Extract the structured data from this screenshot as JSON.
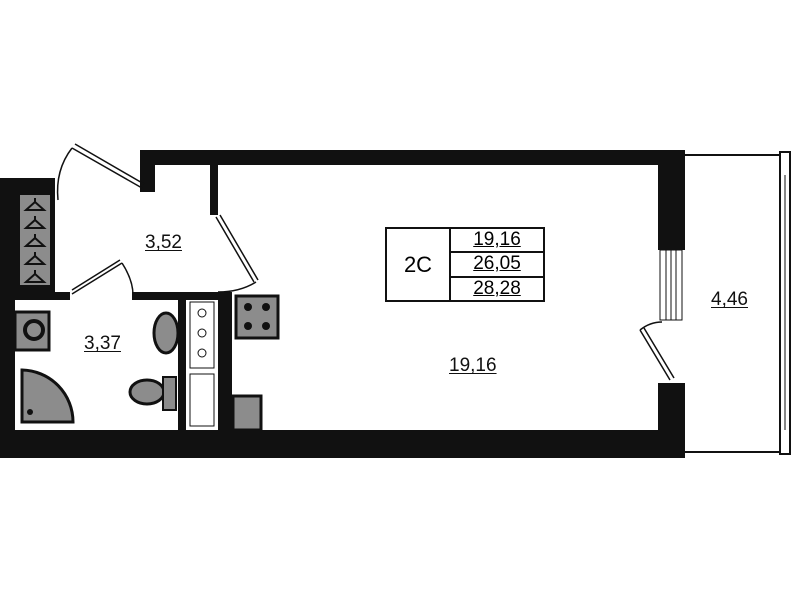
{
  "apartment": {
    "type": "2C",
    "areas": [
      "19,16",
      "26,05",
      "28,28"
    ]
  },
  "rooms": {
    "hall": "3,52",
    "bathroom": "3,37",
    "living_room": "19,16",
    "balcony": "4,46"
  },
  "colors": {
    "wall": "#111111",
    "fixture": "#8c8c8c"
  }
}
